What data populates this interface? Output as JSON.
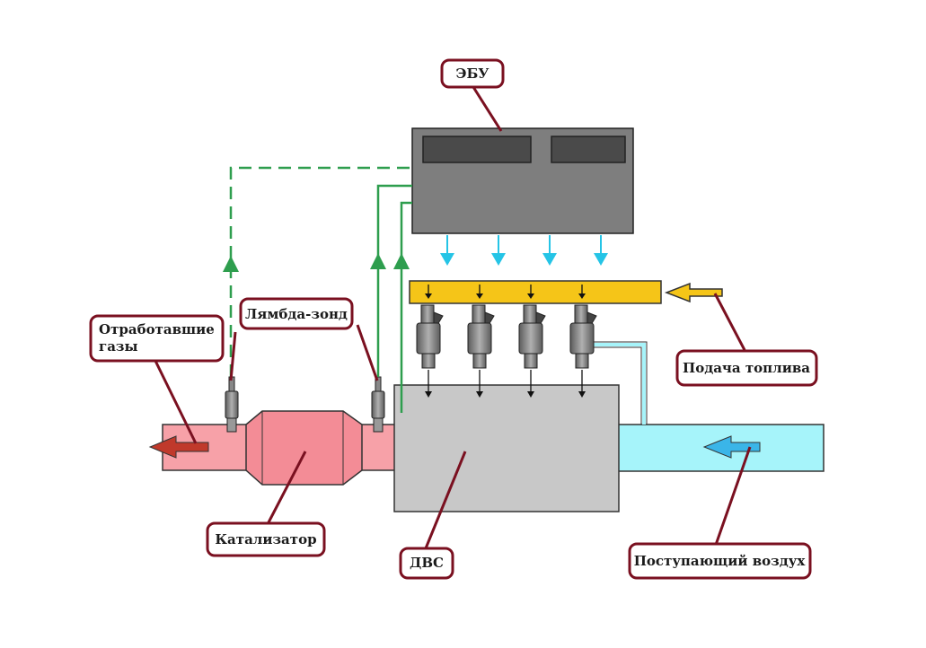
{
  "labels": {
    "ecu": "ЭБУ",
    "exhaust": "Отработавшие газы",
    "lambda": "Лямбда-зонд",
    "fuel": "Подача топлива",
    "catalyst": "Катализатор",
    "engine": "ДВС",
    "air": "Поступающий воздух"
  },
  "colors": {
    "callout_border": "#7a1020",
    "ecu_body": "#7e7e7e",
    "ecu_window": "#4a4a4a",
    "fuel_rail": "#f5c518",
    "exhaust_pipe": "#f7a1a8",
    "catalyst": "#f38c96",
    "engine": "#c8c8c8",
    "intake": "#a6f4fa",
    "signal_green": "#2e9e4e",
    "control_cyan": "#25c4e6",
    "exhaust_arrow": "#c0392b",
    "air_arrow": "#3ab5e8"
  }
}
